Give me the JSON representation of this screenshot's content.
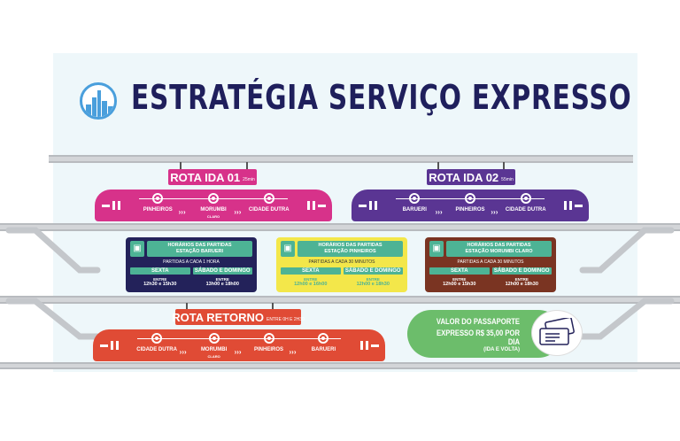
{
  "title": "ESTRATÉGIA SERVIÇO EXPRESSO",
  "routes": [
    {
      "name": "ROTA IDA 01",
      "duration": "25min",
      "color": "#d7328a",
      "stops": [
        {
          "name": "PINHEIROS",
          "sub": ""
        },
        {
          "name": "MORUMBI",
          "sub": "CLARO"
        },
        {
          "name": "CIDADE DUTRA",
          "sub": ""
        }
      ]
    },
    {
      "name": "ROTA IDA 02",
      "duration": "55min",
      "color": "#5a3593",
      "stops": [
        {
          "name": "BARUERI",
          "sub": ""
        },
        {
          "name": "PINHEIROS",
          "sub": ""
        },
        {
          "name": "CIDADE DUTRA",
          "sub": ""
        }
      ]
    },
    {
      "name": "ROTA RETORNO",
      "duration": "ENTRE 0H E 2H30",
      "color": "#e04b35",
      "stops": [
        {
          "name": "CIDADE DUTRA",
          "sub": ""
        },
        {
          "name": "MORUMBI",
          "sub": "CLARO"
        },
        {
          "name": "PINHEIROS",
          "sub": ""
        },
        {
          "name": "BARUERI",
          "sub": ""
        }
      ]
    }
  ],
  "arrows": "›››",
  "schedules": [
    {
      "title": "HORÁRIOS DAS PARTIDAS",
      "station": "ESTAÇÃO BARUERI",
      "freq": "PARTIDAS A CADA 1 HORA",
      "bg": "#23225a",
      "fg": "#ffffff",
      "cols": [
        {
          "day": "SEXTA",
          "entre": "ENTRE",
          "time": "12h30 e 15h30"
        },
        {
          "day": "SÁBADO E DOMINGO",
          "entre": "ENTRE",
          "time": "13h00 e 18h00"
        }
      ]
    },
    {
      "title": "HORÁRIOS DAS PARTIDAS",
      "station": "ESTAÇÃO PINHEIROS",
      "freq": "PARTIDAS A CADA 30 MINUTOS",
      "bg": "#f3e74a",
      "fg": "#4db395",
      "cols": [
        {
          "day": "SEXTA",
          "entre": "ENTRE",
          "time": "12h00 e 16h00"
        },
        {
          "day": "SÁBADO E DOMINGO",
          "entre": "ENTRE",
          "time": "12h00 e 18h30"
        }
      ]
    },
    {
      "title": "HORÁRIOS DAS PARTIDAS",
      "station": "ESTAÇÃO MORUMBI CLARO",
      "freq": "PARTIDAS A CADA 30 MINUTOS",
      "bg": "#7a3422",
      "fg": "#ffffff",
      "cols": [
        {
          "day": "SEXTA",
          "entre": "ENTRE",
          "time": "12h00 e 15h30"
        },
        {
          "day": "SÁBADO E DOMINGO",
          "entre": "ENTRE",
          "time": "12h00 e 18h30"
        }
      ]
    }
  ],
  "price": {
    "line1": "VALOR DO PASSAPORTE",
    "line2": "EXPRESSO R$ 35,00 POR DIA",
    "line3": "(IDA E VOLTA)"
  }
}
